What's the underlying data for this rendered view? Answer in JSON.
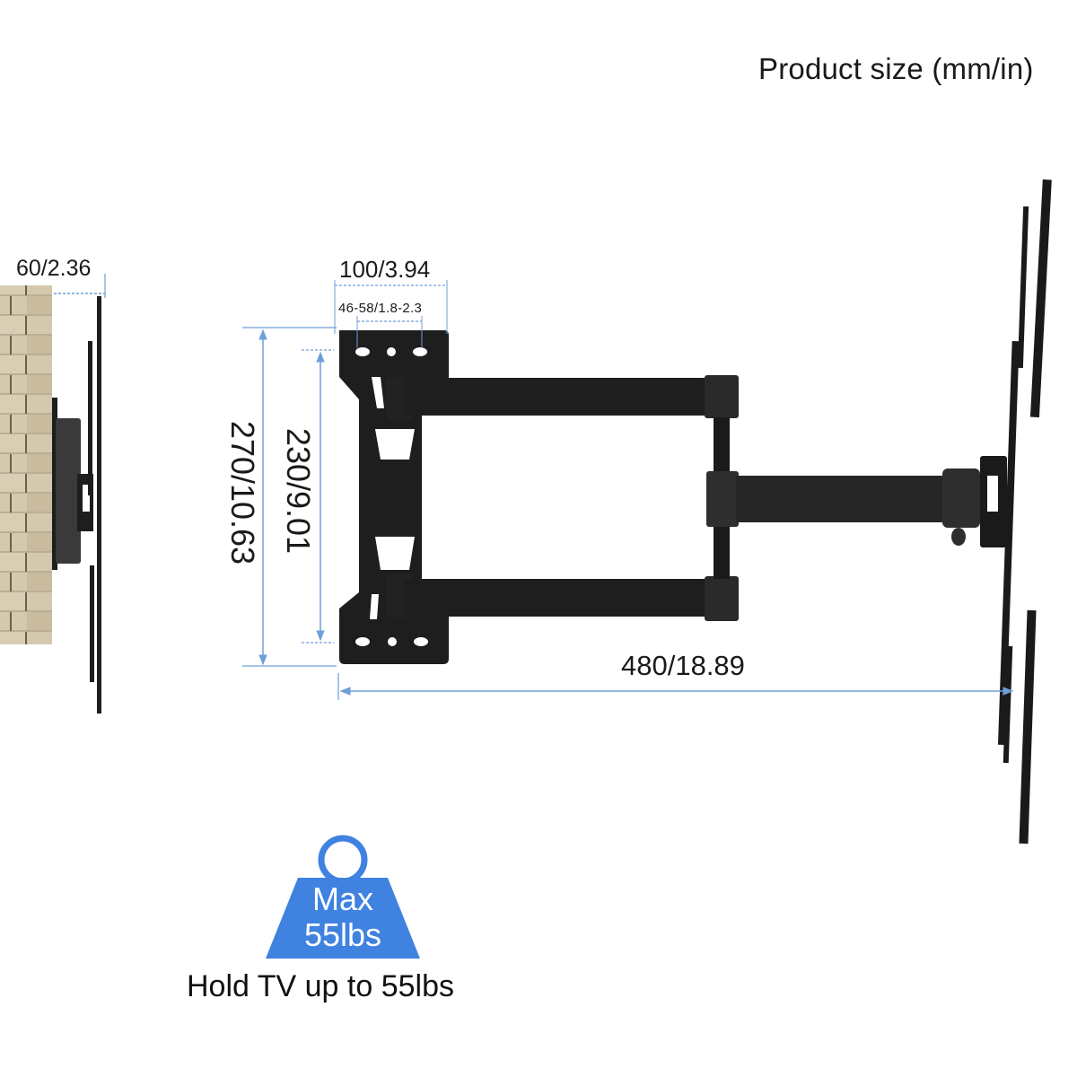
{
  "header": {
    "title": "Product size (mm/in)"
  },
  "dimensions": {
    "depth": "60/2.36",
    "wall_plate_width": "100/3.94",
    "hole_spacing": "46-58/1.8-2.3",
    "wall_plate_height": "270/10.63",
    "hole_vertical_spacing": "230/9.01",
    "max_extension": "480/18.89"
  },
  "weight_badge": {
    "line1": "Max",
    "line2": "55lbs",
    "caption": "Hold TV up to 55lbs"
  },
  "colors": {
    "dimension_line": "#6f9fd8",
    "weight_icon": "#3f82e0",
    "mount_black": "#1e1e1e",
    "wall_stone": "#cfc3a8"
  }
}
